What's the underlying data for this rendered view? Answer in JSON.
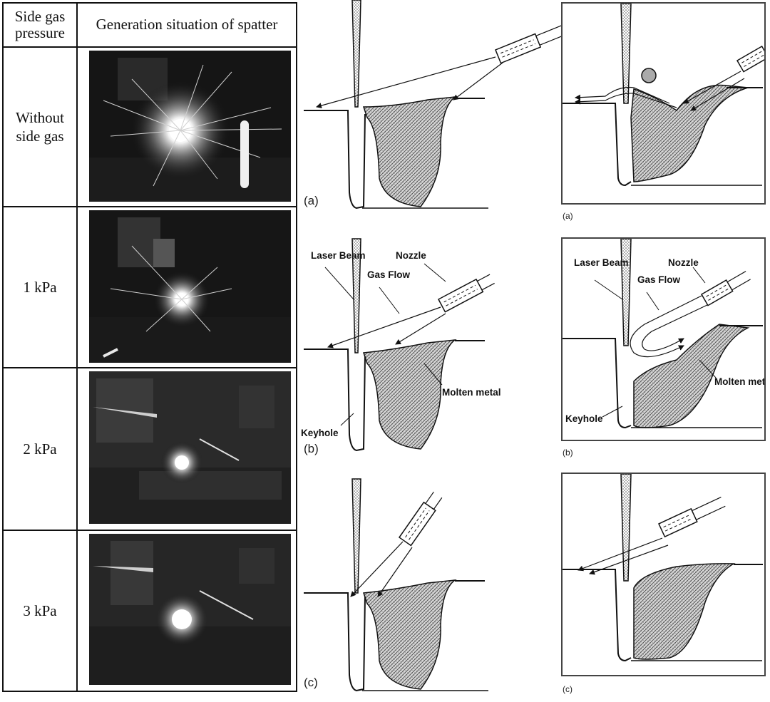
{
  "table": {
    "header_col1": "Side gas pressure",
    "header_col2": "Generation situation of spatter",
    "rows": [
      {
        "label": "Without side gas"
      },
      {
        "label": "1 kPa"
      },
      {
        "label": "2 kPa"
      },
      {
        "label": "3 kPa"
      }
    ]
  },
  "middle_column": {
    "panel_labels": [
      "(a)",
      "(b)",
      "(c)"
    ],
    "callouts": {
      "laser_beam": "Laser Beam",
      "gas_flow": "Gas Flow",
      "nozzle": "Nozzle",
      "molten_metal": "Molten metal",
      "keyhole": "Keyhole"
    }
  },
  "right_column": {
    "panel_labels": [
      "(a)",
      "(b)",
      "(c)"
    ],
    "callouts": {
      "laser_beam": "Laser Beam",
      "gas_flow": "Gas Flow",
      "nozzle": "Nozzle",
      "molten_metal": "Molten metal",
      "keyhole": "Keyhole"
    }
  },
  "colors": {
    "line": "#111111",
    "hatch": "#555555",
    "photo_bg": "#141414"
  }
}
